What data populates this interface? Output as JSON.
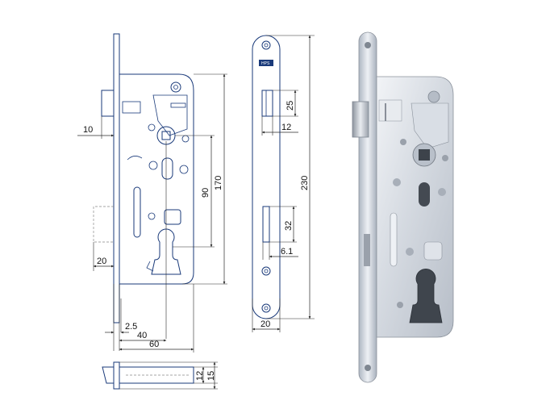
{
  "colors": {
    "drawing_line": "#1a3a7a",
    "dimension_line": "#2a2a2a",
    "plate_light": "#e4edf7",
    "photo_steel": "#c9ced6"
  },
  "side_view": {
    "dims": {
      "backset_top": "10",
      "latch_offset": "20",
      "height_90": "90",
      "height_170": "170",
      "d_2_5": "2.5",
      "d_40": "40",
      "d_60": "60"
    }
  },
  "front_view": {
    "stamp": "HPS",
    "dims": {
      "latch_h": "25",
      "latch_w": "12",
      "total_h": "230",
      "bolt_h": "32",
      "bolt_w": "6.1",
      "plate_w": "20"
    }
  },
  "bottom_view": {
    "dims": {
      "d_12": "12",
      "d_15": "15"
    }
  },
  "photo": {
    "icon": "mortise-lock-photo"
  }
}
